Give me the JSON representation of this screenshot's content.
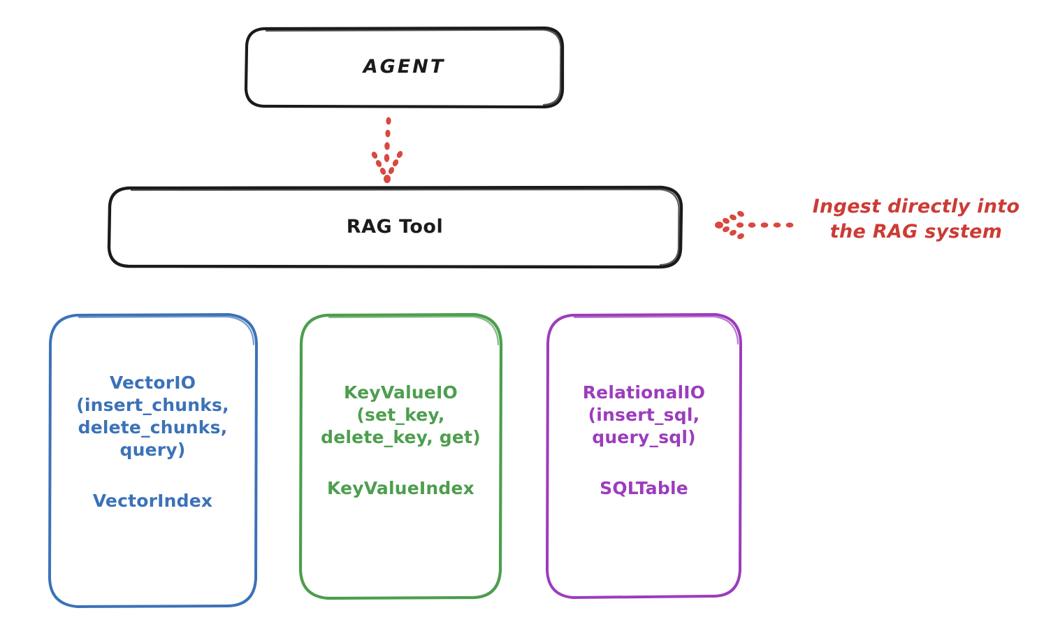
{
  "diagram": {
    "title": "RAG Tool architecture",
    "background": "#ffffff",
    "nodes": {
      "agent": {
        "label": "AGENT",
        "stroke": "#1b1b1b"
      },
      "rag_tool": {
        "label": "RAG Tool",
        "stroke": "#1b1b1b"
      },
      "vector_io": {
        "api": "VectorIO\n(insert_chunks,\ndelete_chunks,\nquery)",
        "index": "VectorIndex",
        "stroke": "#3b72b8"
      },
      "key_value_io": {
        "api": "KeyValueIO\n(set_key,\ndelete_key, get)",
        "index": "KeyValueIndex",
        "stroke": "#4d9e4e"
      },
      "relational_io": {
        "api": "RelationalIO\n(insert_sql,\nquery_sql)",
        "index": "SQLTable",
        "stroke": "#9c3cbd"
      }
    },
    "annotations": {
      "ingest": {
        "text": "Ingest directly into\nthe RAG system",
        "color": "#cc3b34"
      }
    },
    "connectors": {
      "agent_to_rag": {
        "style": "dotted",
        "color": "#d9483f",
        "direction": "down"
      },
      "ingest_to_rag": {
        "style": "dotted",
        "color": "#d9483f",
        "direction": "left"
      }
    }
  }
}
